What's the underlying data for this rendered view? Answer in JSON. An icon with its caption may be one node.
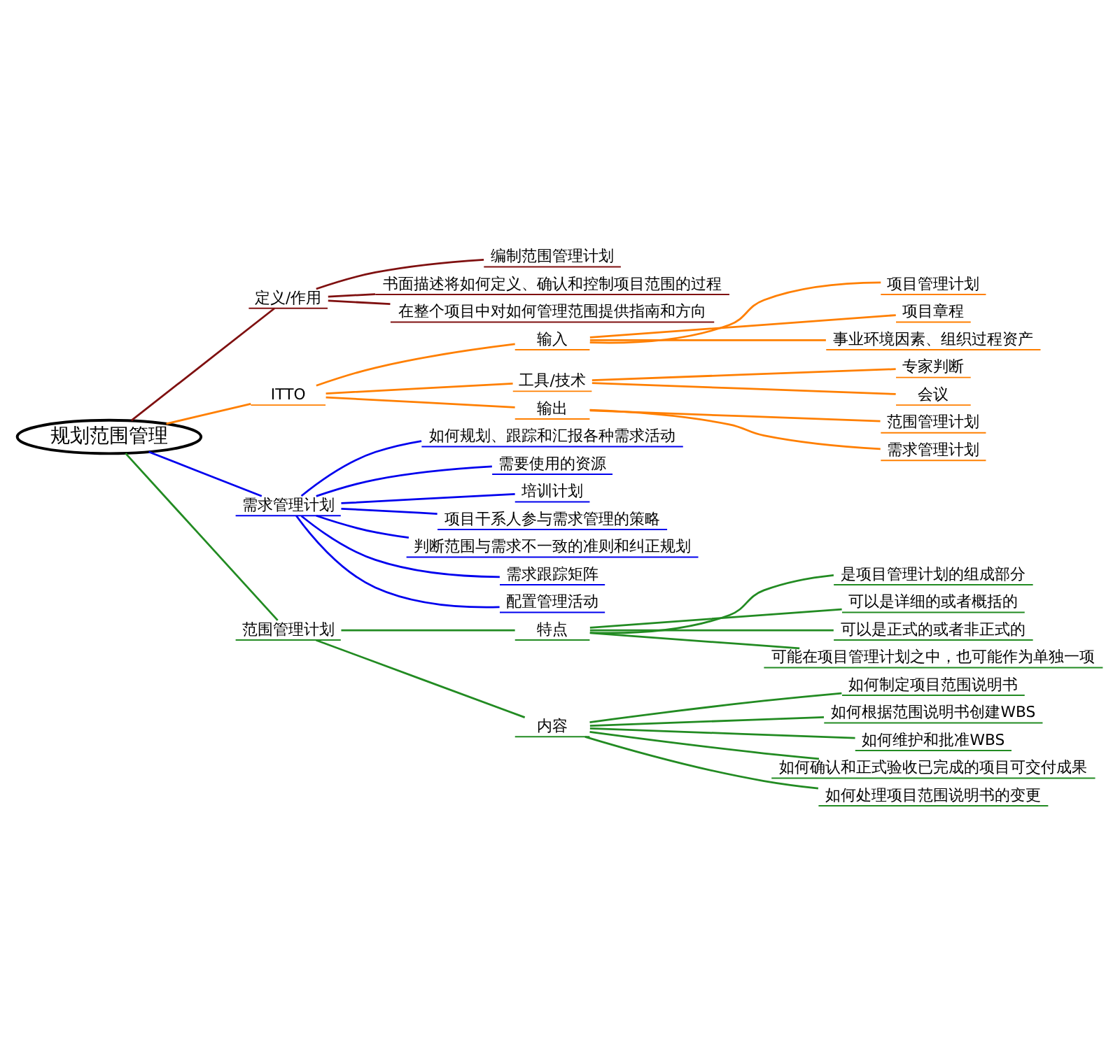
{
  "diagram": {
    "nodes": [
      {
        "text": [
          "规划范围管理"
        ]
      },
      {
        "text": [
          "定义/作用"
        ]
      },
      {
        "text": [
          "编制范围管理计划"
        ]
      },
      {
        "text": [
          "书面描述将如何定义、确认和控制项目范围的过程"
        ]
      },
      {
        "text": [
          "在整个项目中对如何管理范围提供指南和方向"
        ]
      },
      {
        "text": [
          "ITTO"
        ]
      },
      {
        "text": [
          "输入"
        ]
      },
      {
        "text": [
          "项目管理计划"
        ]
      },
      {
        "text": [
          "项目章程"
        ]
      },
      {
        "text": [
          "事业环境因素、组织过程资产"
        ]
      },
      {
        "text": [
          "工具/技术"
        ]
      },
      {
        "text": [
          "专家判断"
        ]
      },
      {
        "text": [
          "会议"
        ]
      },
      {
        "text": [
          "输出"
        ]
      },
      {
        "text": [
          "范围管理计划"
        ]
      },
      {
        "text": [
          "需求管理计划"
        ]
      },
      {
        "text": [
          "需求管理计划"
        ]
      },
      {
        "text": [
          "如何规划、跟踪和汇报各种需求活动"
        ]
      },
      {
        "text": [
          "需要使用的资源"
        ]
      },
      {
        "text": [
          "培训计划"
        ]
      },
      {
        "text": [
          "项目干系人参与需求管理的策略"
        ]
      },
      {
        "text": [
          "判断范围与需求不一致的准则和纠正规划"
        ]
      },
      {
        "text": [
          "需求跟踪矩阵"
        ]
      },
      {
        "text": [
          "配置管理活动"
        ]
      },
      {
        "text": [
          "范围管理计划"
        ]
      },
      {
        "text": [
          "特点"
        ]
      },
      {
        "text": [
          "是项目管理计划的组成部分"
        ]
      },
      {
        "text": [
          "可以是详细的或者概括的"
        ]
      },
      {
        "text": [
          "可以是正式的或者非正式的"
        ]
      },
      {
        "text": [
          "可能在项目管理计划之中，也可能作为单独一项"
        ]
      },
      {
        "text": [
          "内容"
        ]
      },
      {
        "text": [
          "如何制定项目范围说明书"
        ]
      },
      {
        "text": [
          "如何根据范围说明书创建WBS"
        ]
      },
      {
        "text": [
          "如何维护和批准WBS"
        ]
      },
      {
        "text": [
          "如何确认和正式验收已完成的项目可交付成果"
        ]
      },
      {
        "text": [
          "如何处理项目范围说明书的变更"
        ]
      }
    ],
    "edges": [
      {
        "from": 0,
        "to": 1,
        "arrow": "none",
        "color": "#7f1010"
      },
      {
        "from": 1,
        "to": 2,
        "arrow": "none",
        "color": "#7f1010"
      },
      {
        "from": 1,
        "to": 3,
        "arrow": "none",
        "color": "#7f1010"
      },
      {
        "from": 1,
        "to": 4,
        "arrow": "none",
        "color": "#7f1010"
      },
      {
        "from": 0,
        "to": 5,
        "arrow": "none",
        "color": "#ff7f00"
      },
      {
        "from": 5,
        "to": 6,
        "arrow": "none",
        "color": "#ff7f00"
      },
      {
        "from": 6,
        "to": 7,
        "arrow": "none",
        "color": "#ff7f00"
      },
      {
        "from": 6,
        "to": 8,
        "arrow": "none",
        "color": "#ff7f00"
      },
      {
        "from": 6,
        "to": 9,
        "arrow": "none",
        "color": "#ff7f00"
      },
      {
        "from": 5,
        "to": 10,
        "arrow": "none",
        "color": "#ff7f00"
      },
      {
        "from": 10,
        "to": 11,
        "arrow": "none",
        "color": "#ff7f00"
      },
      {
        "from": 10,
        "to": 12,
        "arrow": "none",
        "color": "#ff7f00"
      },
      {
        "from": 5,
        "to": 13,
        "arrow": "none",
        "color": "#ff7f00"
      },
      {
        "from": 13,
        "to": 14,
        "arrow": "none",
        "color": "#ff7f00"
      },
      {
        "from": 13,
        "to": 15,
        "arrow": "none",
        "color": "#ff7f00"
      },
      {
        "from": 0,
        "to": 16,
        "arrow": "none",
        "color": "#0000ee"
      },
      {
        "from": 16,
        "to": 17,
        "arrow": "none",
        "color": "#0000ee"
      },
      {
        "from": 16,
        "to": 18,
        "arrow": "none",
        "color": "#0000ee"
      },
      {
        "from": 16,
        "to": 19,
        "arrow": "none",
        "color": "#0000ee"
      },
      {
        "from": 16,
        "to": 20,
        "arrow": "none",
        "color": "#0000ee"
      },
      {
        "from": 16,
        "to": 21,
        "arrow": "none",
        "color": "#0000ee"
      },
      {
        "from": 16,
        "to": 22,
        "arrow": "none",
        "color": "#0000ee"
      },
      {
        "from": 16,
        "to": 23,
        "arrow": "none",
        "color": "#0000ee"
      },
      {
        "from": 0,
        "to": 24,
        "arrow": "none",
        "color": "#228b22"
      },
      {
        "from": 24,
        "to": 25,
        "arrow": "none",
        "color": "#228b22"
      },
      {
        "from": 25,
        "to": 26,
        "arrow": "none",
        "color": "#228b22"
      },
      {
        "from": 25,
        "to": 27,
        "arrow": "none",
        "color": "#228b22"
      },
      {
        "from": 25,
        "to": 28,
        "arrow": "none",
        "color": "#228b22"
      },
      {
        "from": 25,
        "to": 29,
        "arrow": "none",
        "color": "#228b22"
      },
      {
        "from": 24,
        "to": 30,
        "arrow": "none",
        "color": "#228b22"
      },
      {
        "from": 30,
        "to": 31,
        "arrow": "none",
        "color": "#228b22"
      },
      {
        "from": 30,
        "to": 32,
        "arrow": "none",
        "color": "#228b22"
      },
      {
        "from": 30,
        "to": 33,
        "arrow": "none",
        "color": "#228b22"
      },
      {
        "from": 30,
        "to": 34,
        "arrow": "none",
        "color": "#228b22"
      },
      {
        "from": 30,
        "to": 35,
        "arrow": "none",
        "color": "#228b22"
      }
    ]
  }
}
